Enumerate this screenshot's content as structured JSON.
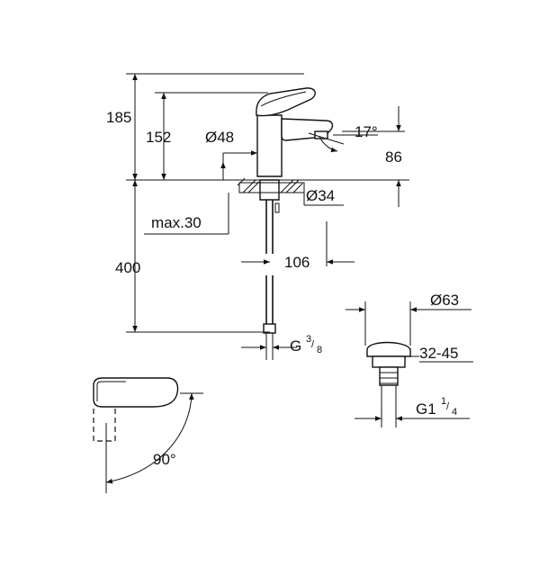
{
  "dimensions": {
    "total_height": "185",
    "spout_height": "152",
    "body_diameter": "Ø48",
    "spout_angle": "17°",
    "spout_clearance": "86",
    "hole_diameter": "Ø34",
    "max_deck": "max.30",
    "height_below": "400",
    "spout_reach": "106",
    "hose_thread_main": "G",
    "hose_thread_num": "3",
    "hose_thread_den": "8",
    "drain_diameter": "Ø63",
    "drain_range": "32-45",
    "drain_thread_main": "G1",
    "drain_thread_num": "1",
    "drain_thread_den": "4",
    "lever_angle": "90°"
  }
}
